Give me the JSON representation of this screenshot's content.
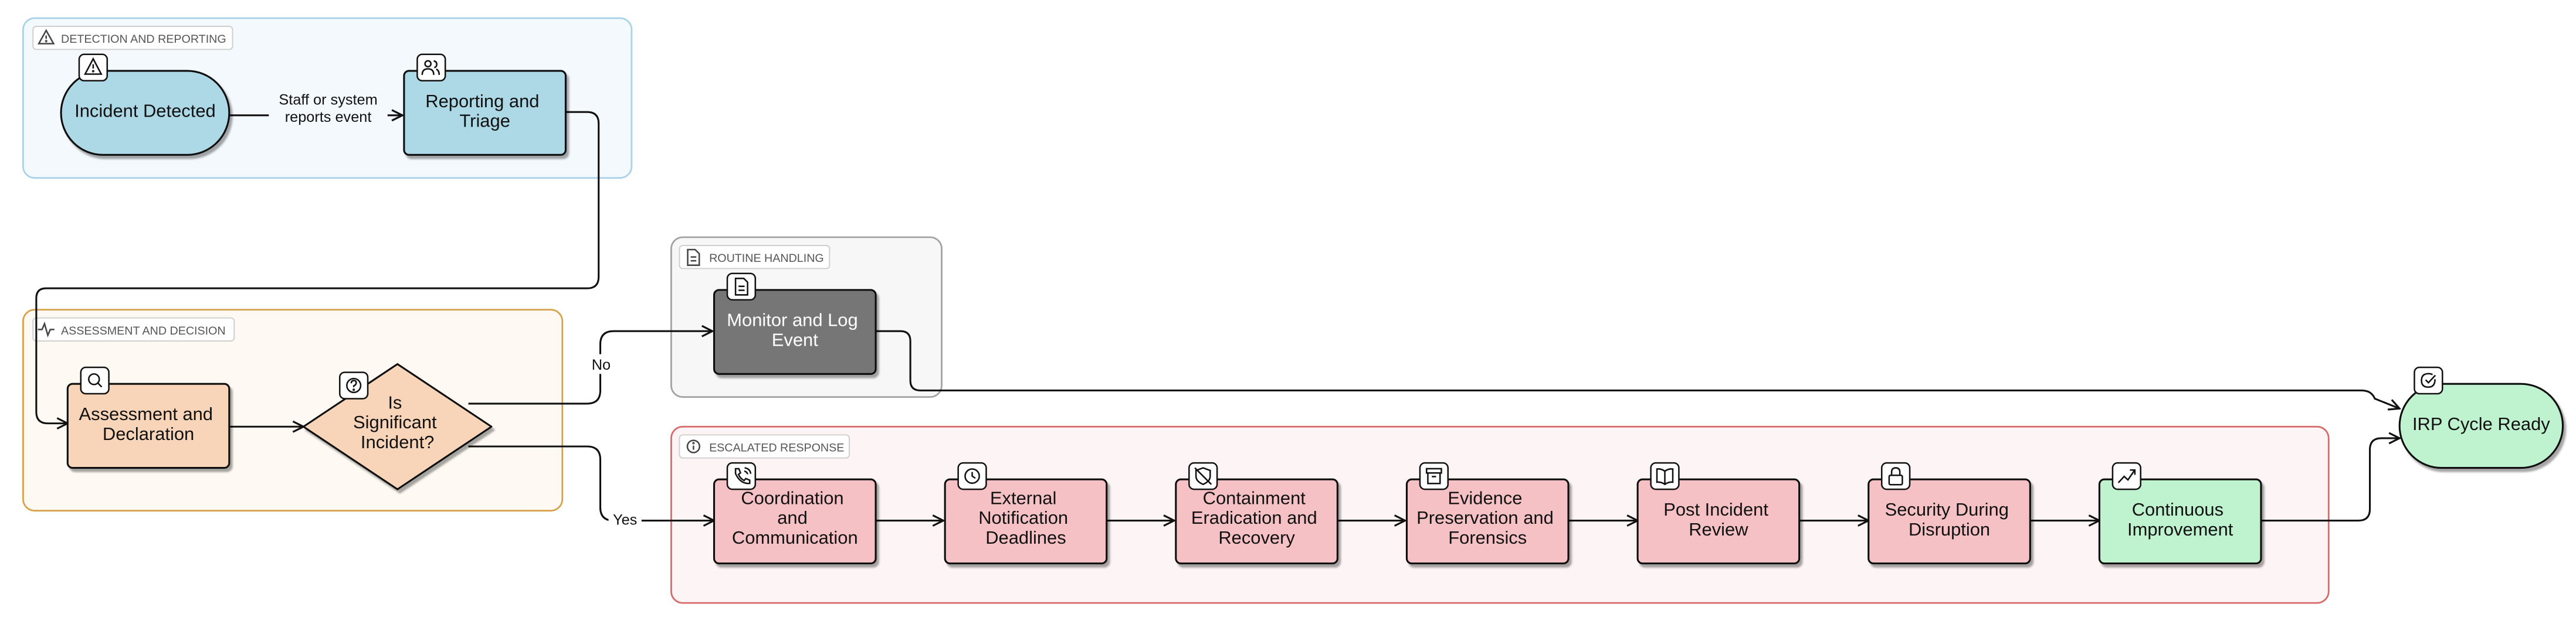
{
  "colors": {
    "detection_fill": "#f4f9fd",
    "detection_stroke": "#a9d4e8",
    "assessment_fill": "#fefaf3",
    "assessment_stroke": "#d9a14a",
    "routine_fill": "#f7f7f7",
    "routine_stroke": "#a3a3a3",
    "escalated_fill": "#fdf5f5",
    "escalated_stroke": "#d86a6a",
    "blue_node": "#add8e6",
    "peach_node": "#f8d5b9",
    "gray_node": "#767676",
    "red_node": "#f6c1c4",
    "green_node": "#bff2cf"
  },
  "groups": {
    "detection": {
      "label": "DETECTION AND REPORTING",
      "icon": "alert-triangle-icon"
    },
    "assessment": {
      "label": "ASSESSMENT AND DECISION",
      "icon": "activity-icon"
    },
    "routine": {
      "label": "ROUTINE HANDLING",
      "icon": "document-icon"
    },
    "escalated": {
      "label": "ESCALATED RESPONSE",
      "icon": "info-circle-icon"
    }
  },
  "nodes": {
    "incident_detected": {
      "lines": [
        "Incident Detected"
      ],
      "icon": "alert-triangle-icon"
    },
    "reporting_triage": {
      "lines": [
        "Reporting and",
        "Triage"
      ],
      "icon": "users-icon"
    },
    "assessment_declaration": {
      "lines": [
        "Assessment and",
        "Declaration"
      ],
      "icon": "search-icon"
    },
    "significant_decision": {
      "lines": [
        "Is",
        "Significant",
        "Incident?"
      ],
      "icon": "help-circle-icon"
    },
    "monitor_log": {
      "lines": [
        "Monitor and Log",
        "Event"
      ],
      "icon": "document-icon"
    },
    "coordination": {
      "lines": [
        "Coordination",
        "and",
        "Communication"
      ],
      "icon": "phone-icon"
    },
    "external_notification": {
      "lines": [
        "External",
        "Notification",
        "Deadlines"
      ],
      "icon": "clock-icon"
    },
    "containment": {
      "lines": [
        "Containment",
        "Eradication and",
        "Recovery"
      ],
      "icon": "shield-off-icon"
    },
    "evidence": {
      "lines": [
        "Evidence",
        "Preservation and",
        "Forensics"
      ],
      "icon": "archive-icon"
    },
    "post_incident": {
      "lines": [
        "Post Incident",
        "Review"
      ],
      "icon": "book-icon"
    },
    "security_disruption": {
      "lines": [
        "Security During",
        "Disruption"
      ],
      "icon": "lock-icon"
    },
    "continuous_improvement": {
      "lines": [
        "Continuous",
        "Improvement"
      ],
      "icon": "trending-up-icon"
    },
    "irp_ready": {
      "lines": [
        "IRP Cycle Ready"
      ],
      "icon": "check-circle-icon"
    }
  },
  "edge_labels": {
    "detected_to_reporting": [
      "Staff or system",
      "reports event"
    ],
    "decision_no": "No",
    "decision_yes": "Yes"
  }
}
